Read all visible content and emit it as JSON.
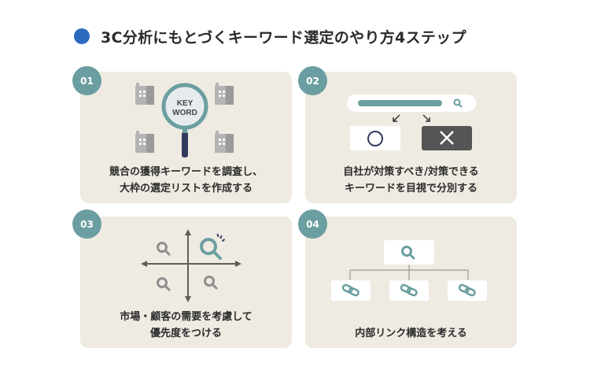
{
  "title": {
    "text": "3C分析にもとづくキーワード選定のやり方4ステップ",
    "dot_color": "#2a6bbf"
  },
  "colors": {
    "card_bg": "#efebe2",
    "badge": "#6b9ea0",
    "accent_teal": "#6b9ea0",
    "dark": "#555555",
    "navy": "#333a5c",
    "gray_icon": "#8f8f8f"
  },
  "steps": [
    {
      "number": "01",
      "caption_lines": [
        "競合の獲得キーワードを調査し、",
        "大枠の選定リストを作成する"
      ],
      "illustration": {
        "type": "magnifier-over-buildings",
        "lens_text_lines": [
          "KEY",
          "WORD"
        ],
        "icons": [
          "building-icon",
          "building-icon",
          "building-icon",
          "building-icon",
          "magnifier-icon"
        ]
      }
    },
    {
      "number": "02",
      "caption_lines": [
        "自社が対策すべき/対策できる",
        "キーワードを目視で分別する"
      ],
      "illustration": {
        "type": "search-bar-sort",
        "icons": [
          "search-bar",
          "search-icon",
          "arrow-down-left-icon",
          "arrow-down-right-icon",
          "circle-ok-icon",
          "cross-ng-icon"
        ]
      }
    },
    {
      "number": "03",
      "caption_lines": [
        "市場・顧客の需要を考慮して",
        "優先度をつける"
      ],
      "illustration": {
        "type": "priority-matrix",
        "icons": [
          "axis-arrows",
          "search-icon",
          "search-icon-highlighted",
          "search-icon",
          "search-icon"
        ]
      }
    },
    {
      "number": "04",
      "caption_lines": [
        "内部リンク構造を考える"
      ],
      "illustration": {
        "type": "link-tree",
        "icons": [
          "search-icon",
          "link-icon",
          "link-icon",
          "link-icon"
        ]
      }
    }
  ]
}
